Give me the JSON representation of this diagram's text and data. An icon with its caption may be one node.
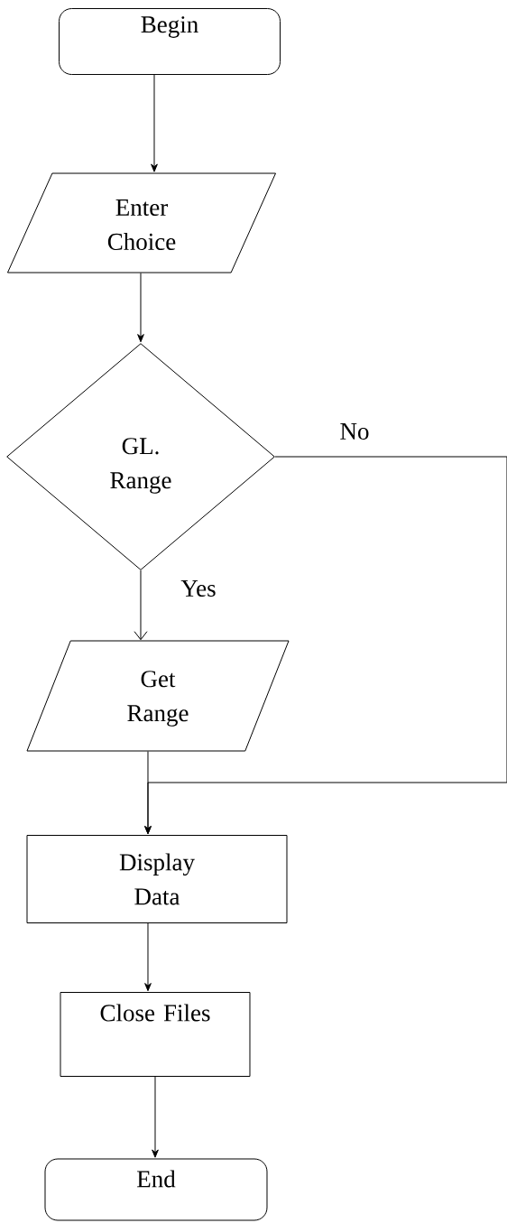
{
  "diagram": {
    "nodes": [
      {
        "text": [
          "Begin"
        ]
      },
      {
        "text": [
          "Enter Choice"
        ]
      },
      {
        "text": [
          "GL. Range"
        ]
      },
      {
        "text": [
          "Get Range"
        ]
      },
      {
        "text": [
          "Display Data"
        ]
      },
      {
        "text": [
          "Close Files"
        ]
      },
      {
        "text": [
          "End"
        ]
      }
    ],
    "edges": [
      {
        "from": 0,
        "to": 1,
        "arrow": "to"
      },
      {
        "from": 1,
        "to": 2,
        "arrow": "to"
      },
      {
        "from": 2,
        "to": 3,
        "arrow": "to",
        "label": "Yes"
      },
      {
        "from": 3,
        "to": 4,
        "arrow": "to"
      },
      {
        "from": 4,
        "to": 5,
        "arrow": "to"
      },
      {
        "from": 5,
        "to": 6,
        "arrow": "to"
      },
      {
        "from": 2,
        "to": 4,
        "arrow": "to",
        "label": "No"
      }
    ]
  }
}
